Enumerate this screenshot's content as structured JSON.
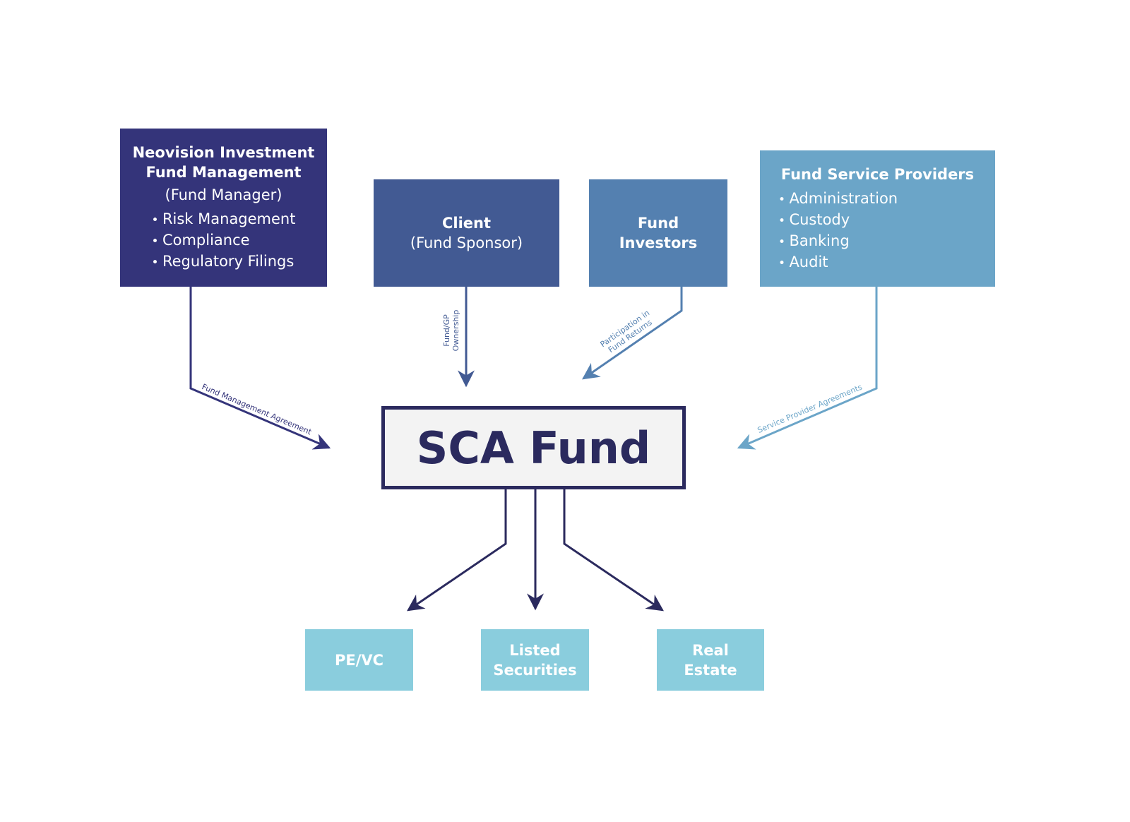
{
  "fund_manager": {
    "title_line1": "Neovision Investment",
    "title_line2": "Fund Management",
    "subtitle": "(Fund Manager)",
    "items": [
      "Risk Management",
      "Compliance",
      "Regulatory Filings"
    ]
  },
  "client": {
    "title": "Client",
    "subtitle": "(Fund Sponsor)"
  },
  "investors": {
    "title_line1": "Fund",
    "title_line2": "Investors"
  },
  "service_providers": {
    "title": "Fund Service Providers",
    "items": [
      "Administration",
      "Custody",
      "Banking",
      "Audit"
    ]
  },
  "center": {
    "title": "SCA Fund"
  },
  "assets": [
    {
      "line1": "PE/VC",
      "line2": ""
    },
    {
      "line1": "Listed",
      "line2": "Securities"
    },
    {
      "line1": "Real",
      "line2": "Estate"
    }
  ],
  "edges": {
    "fund_management": "Fund Management Agreement",
    "ownership_line1": "Fund/GP",
    "ownership_line2": "Ownership",
    "participation_line1": "Participation in",
    "participation_line2": "Fund Returns",
    "service": "Service Provider Agreements"
  },
  "colors": {
    "navy": "#34347a",
    "client": "#425a93",
    "investors": "#5480b0",
    "service": "#6ba5c8",
    "asset": "#8acddd",
    "center_border": "#2b2a5e",
    "center_fill": "#f3f3f3"
  }
}
